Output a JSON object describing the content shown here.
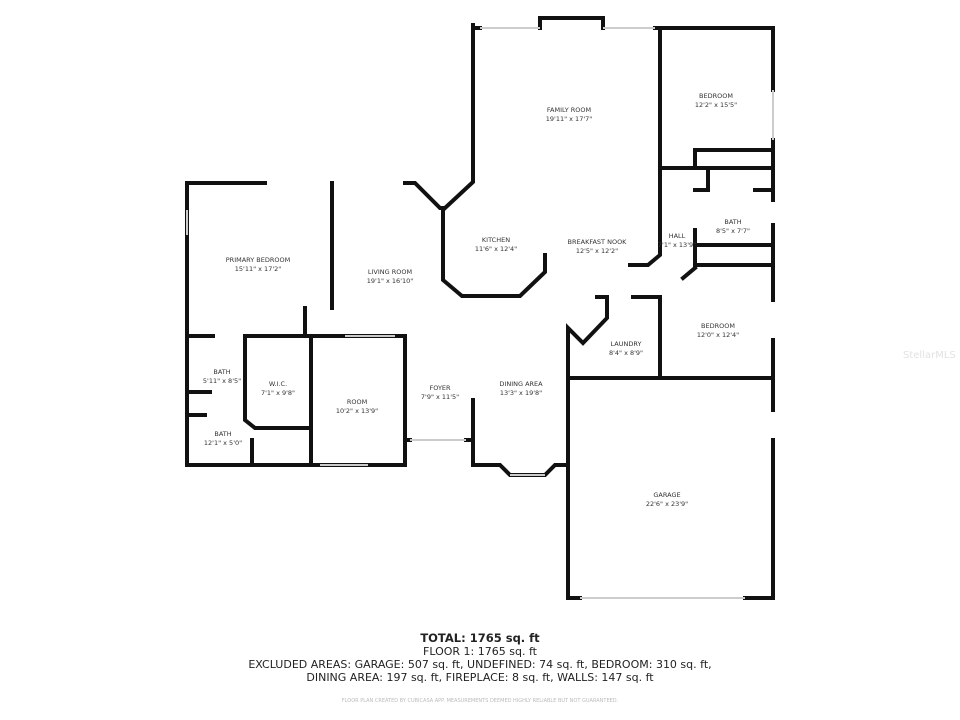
{
  "rooms": {
    "primary_bedroom": {
      "name": "PRIMARY BEDROOM",
      "dims": "15'11\" x 17'2\""
    },
    "living_room": {
      "name": "LIVING ROOM",
      "dims": "19'1\" x 16'10\""
    },
    "family_room": {
      "name": "FAMILY ROOM",
      "dims": "19'11\" x 17'7\""
    },
    "bedroom_1": {
      "name": "BEDROOM",
      "dims": "12'2\" x 15'5\""
    },
    "kitchen": {
      "name": "KITCHEN",
      "dims": "11'6\" x 12'4\""
    },
    "breakfast_nook": {
      "name": "BREAKFAST NOOK",
      "dims": "12'5\" x 12'2\""
    },
    "hall": {
      "name": "HALL",
      "dims": "7'1\" x 13'9\""
    },
    "bath_1": {
      "name": "BATH",
      "dims": "8'5\" x 7'7\""
    },
    "bedroom_2": {
      "name": "BEDROOM",
      "dims": "12'0\" x 12'4\""
    },
    "laundry": {
      "name": "LAUNDRY",
      "dims": "8'4\" x 8'9\""
    },
    "bath_2": {
      "name": "BATH",
      "dims": "5'11\" x 8'5\""
    },
    "wic": {
      "name": "W.I.C.",
      "dims": "7'1\" x 9'8\""
    },
    "room": {
      "name": "ROOM",
      "dims": "10'2\" x 13'9\""
    },
    "foyer": {
      "name": "FOYER",
      "dims": "7'9\" x 11'5\""
    },
    "dining_area": {
      "name": "DINING AREA",
      "dims": "13'3\" x 19'8\""
    },
    "bath_3": {
      "name": "BATH",
      "dims": "12'1\" x 5'0\""
    },
    "garage": {
      "name": "GARAGE",
      "dims": "22'6\" x 23'9\""
    }
  },
  "summary": {
    "total": "TOTAL: 1765 sq. ft",
    "floor1": "FLOOR 1: 1765 sq. ft",
    "excluded_1": "EXCLUDED AREAS: GARAGE: 507 sq. ft, UNDEFINED: 74 sq. ft, BEDROOM: 310 sq. ft,",
    "excluded_2": "DINING AREA: 197 sq. ft, FIREPLACE: 8 sq. ft, WALLS: 147 sq. ft",
    "credit": "FLOOR PLAN CREATED BY CUBICASA APP. MEASUREMENTS DEEMED HIGHLY RELIABLE BUT NOT GUARANTEED."
  },
  "watermark": "StellarMLS",
  "colors": {
    "wall": "#111111",
    "window": "#cccccc"
  }
}
